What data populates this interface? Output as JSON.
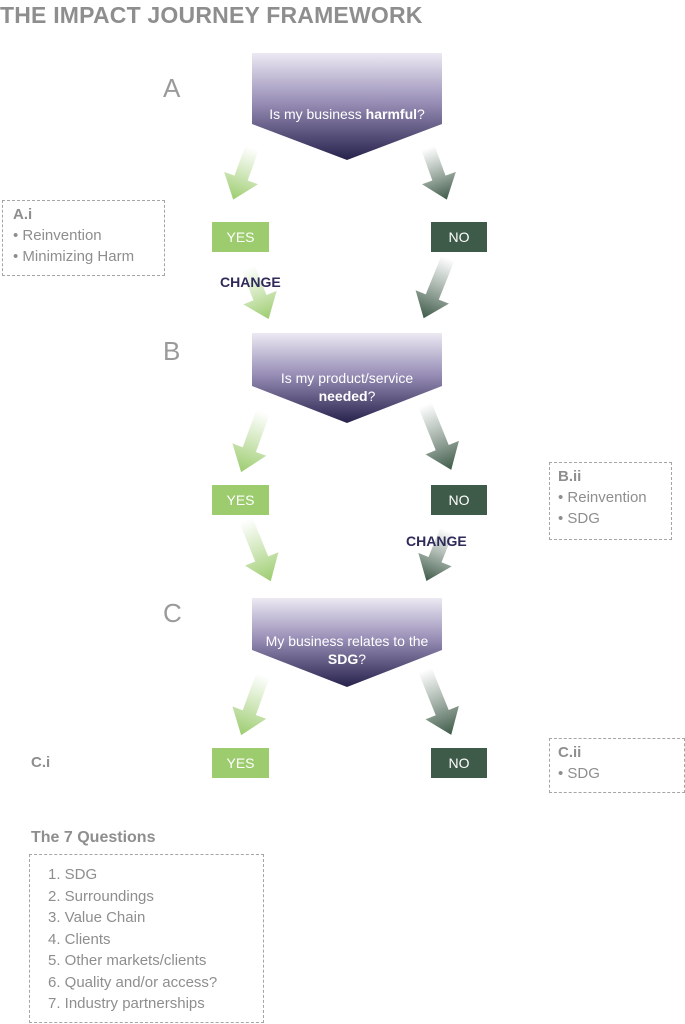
{
  "title": "THE IMPACT JOURNEY FRAMEWORK",
  "stages": [
    {
      "letter": "A",
      "question_pre": "Is my business ",
      "question_bold": "harmful",
      "question_post": "?"
    },
    {
      "letter": "B",
      "question_pre": "Is my product/service",
      "question_bold": "needed",
      "question_post": "?"
    },
    {
      "letter": "C",
      "question_pre": "My business relates to the",
      "question_bold": "SDG",
      "question_post": "?"
    }
  ],
  "yes_label": "YES",
  "no_label": "NO",
  "change_label": "CHANGE",
  "boxes": {
    "ai": {
      "heading": "A.i",
      "items": [
        "• Reinvention",
        "• Minimizing Harm"
      ]
    },
    "bii": {
      "heading": "B.ii",
      "items": [
        "• Reinvention",
        "• SDG"
      ]
    },
    "ci": {
      "heading": "C.i"
    },
    "cii": {
      "heading": "C.ii",
      "items": [
        "• SDG"
      ]
    }
  },
  "seven_questions": {
    "heading": "The 7 Questions",
    "items": [
      "1. SDG",
      "2. Surroundings",
      "3. Value Chain",
      "4. Clients",
      "5. Other markets/clients",
      "6. Quality and/or access?",
      "7. Industry partnerships"
    ]
  },
  "colors": {
    "light_green": "#9ccc6e",
    "dark_green": "#3e5a48",
    "purple_top": "#e6e2ef",
    "purple_bottom": "#2a2550"
  }
}
